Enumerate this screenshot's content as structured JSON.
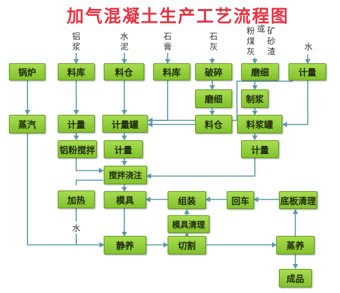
{
  "title": "加气混凝土生产工艺流程图",
  "materials": {
    "aluminum": "铝浆",
    "cement": "水泥",
    "gypsum": "石膏",
    "lime": "石灰",
    "flyash": "粉煤灰",
    "or": "或",
    "sand": "矿砂渣",
    "water": "水"
  },
  "steps": {
    "boiler": "锅炉",
    "steam": "蒸汽",
    "stock1": "料库",
    "silo_cement": "料仓",
    "stock2": "料库",
    "crush": "破碎",
    "grind": "磨细",
    "meter_water": "计量",
    "meter_al": "计量",
    "meter_tank": "计量罐",
    "mill": "磨细",
    "silo_lime": "料仓",
    "pulp": "制浆",
    "slurry_tank": "料浆罐",
    "al_mix": "铝粉搅拌",
    "meter_mid": "计量",
    "meter_right": "计量",
    "stir_pour": "搅拌浇注",
    "heat": "加热",
    "mold": "模具",
    "assemble": "组装",
    "return_car": "回车",
    "base_clean": "底板清理",
    "mold_clean": "模具清理",
    "curing": "静养",
    "cutting": "切割",
    "autoclave": "蒸养",
    "product": "成品"
  },
  "water_label": "水",
  "colors": {
    "title": "#e8313f",
    "box": "#96cf3e",
    "arrow": "#5a9aa8"
  }
}
